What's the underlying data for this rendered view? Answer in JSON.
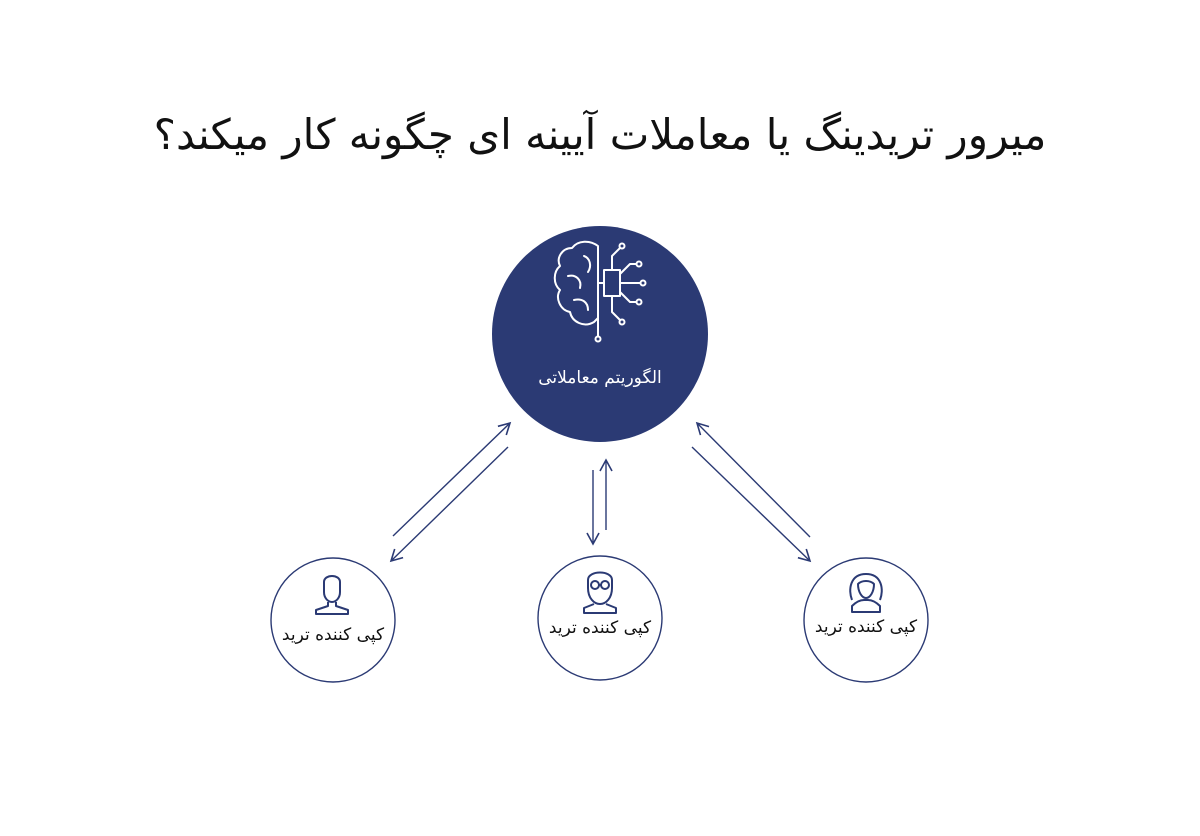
{
  "title": "میرور تریدینگ یا معاملات آیینه ای چگونه کار میکند؟",
  "hub": {
    "label": "الگوریتم معاملاتی",
    "icon": "brain-circuit-icon",
    "color": "#2b3a74"
  },
  "nodes": [
    {
      "label": "کپی کننده ترید",
      "icon": "user-icon"
    },
    {
      "label": "کپی کننده ترید",
      "icon": "user-glasses-icon"
    },
    {
      "label": "کپی کننده ترید",
      "icon": "user-female-icon"
    }
  ],
  "colors": {
    "arrow": "#2b3a74",
    "node_border": "#2b3a74"
  }
}
